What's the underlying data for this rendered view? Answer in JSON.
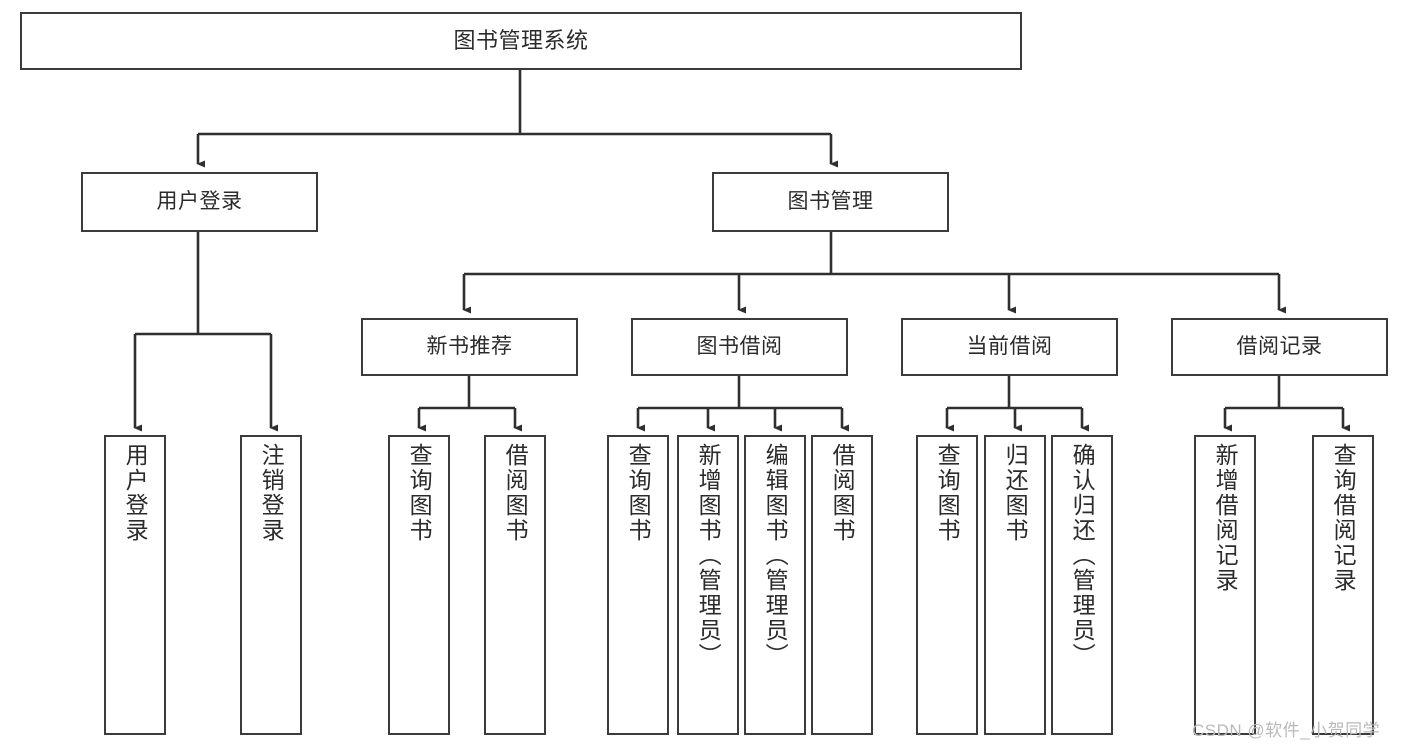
{
  "diagram": {
    "type": "tree-hierarchy-diagram",
    "title": "图书管理系统",
    "colors": {
      "box_border": "#3b3b3b",
      "box_fill": "#ffffff",
      "edge": "#2f2f2f",
      "text": "#2b2b2b",
      "watermark": "#b9b9b9",
      "background": "#ffffff"
    },
    "levels": {
      "root": {
        "label": "图书管理系统"
      },
      "level2": [
        {
          "label": "用户登录"
        },
        {
          "label": "图书管理"
        }
      ],
      "level3": [
        {
          "label": "新书推荐"
        },
        {
          "label": "图书借阅"
        },
        {
          "label": "当前借阅"
        },
        {
          "label": "借阅记录"
        }
      ],
      "leaves_user_login": [
        {
          "label": "用户登录"
        },
        {
          "label": "注销登录"
        }
      ],
      "leaves_new_books": [
        {
          "label": "查询图书"
        },
        {
          "label": "借阅图书"
        }
      ],
      "leaves_borrow": [
        {
          "label": "查询图书"
        },
        {
          "label": "新增图书（管理员）"
        },
        {
          "label": "编辑图书（管理员）"
        },
        {
          "label": "借阅图书"
        }
      ],
      "leaves_current": [
        {
          "label": "查询图书"
        },
        {
          "label": "归还图书"
        },
        {
          "label": "确认归还（管理员）"
        }
      ],
      "leaves_records": [
        {
          "label": "新增借阅记录"
        },
        {
          "label": "查询借阅记录"
        }
      ]
    },
    "watermark": "CSDN @软件_小贺同学"
  }
}
